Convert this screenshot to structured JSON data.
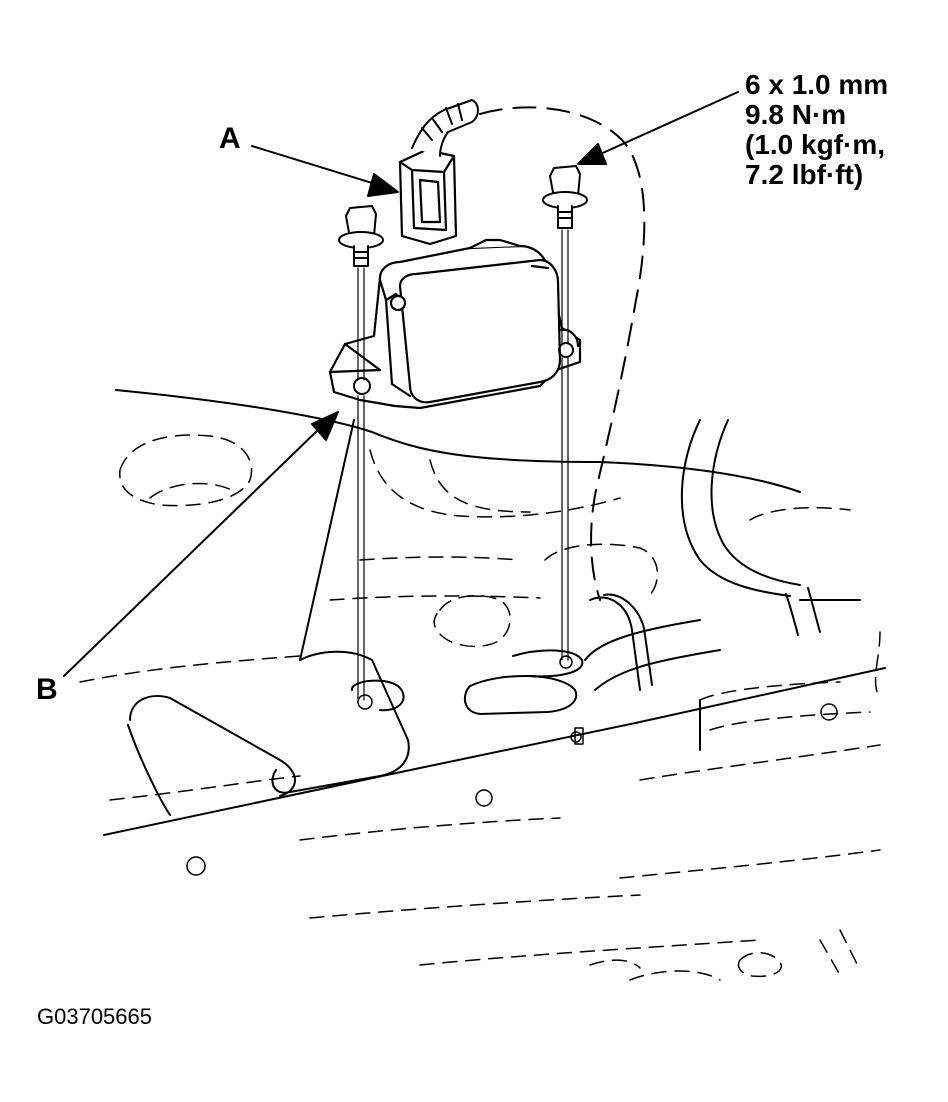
{
  "labels": {
    "a": "A",
    "b": "B"
  },
  "torque_spec": {
    "line1": "6 x 1.0 mm",
    "line2": "9.8 N·m",
    "line3": "(1.0 kgf·m,",
    "line4": "7.2 lbf·ft)"
  },
  "figure_id": "G03705665",
  "colors": {
    "ink": "#000000",
    "background": "#ffffff"
  }
}
